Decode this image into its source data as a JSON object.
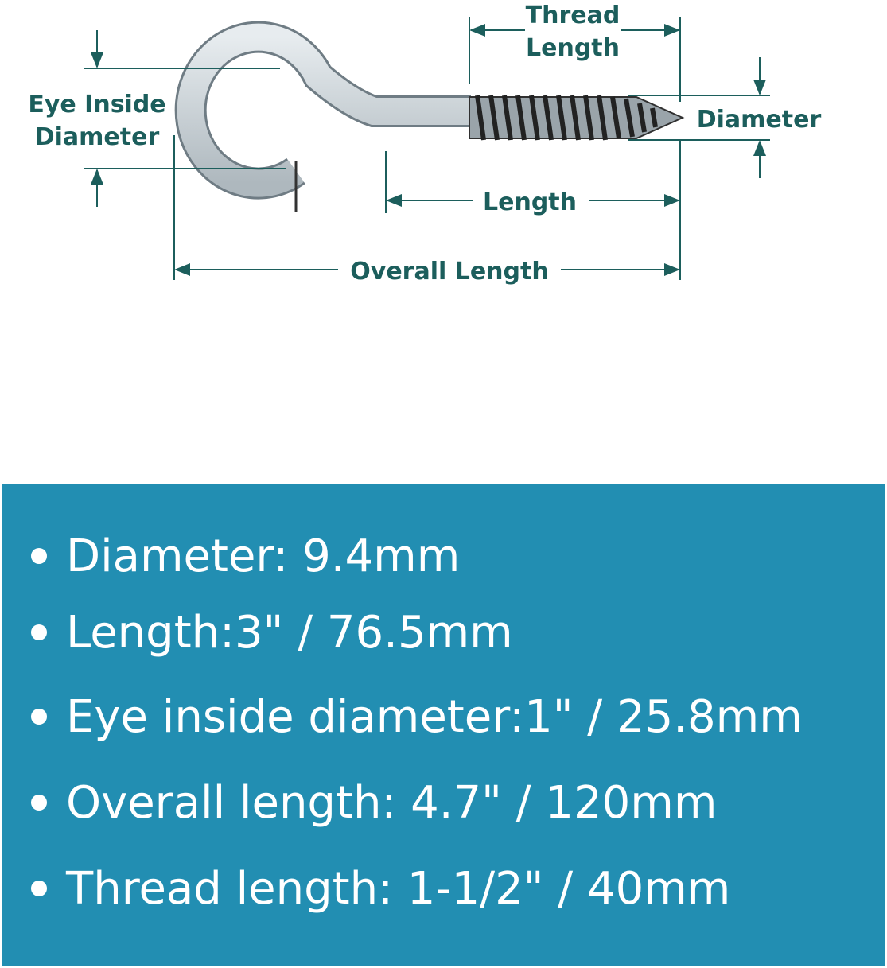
{
  "diagram": {
    "labels": {
      "thread_length_1": "Thread",
      "thread_length_2": "Length",
      "eye_inside_1": "Eye Inside",
      "eye_inside_2": "Diameter",
      "diameter": "Diameter",
      "length": "Length",
      "overall_length": "Overall Length"
    },
    "colors": {
      "dimension": "#1c5e5c",
      "hook": "#c3ccd1",
      "panel": "#228eb2"
    }
  },
  "specs": [
    "Diameter: 9.4mm",
    "Length:3\" / 76.5mm",
    "Eye inside diameter:1\" / 25.8mm",
    "Overall length:  4.7\" / 120mm",
    "Thread length:  1-1/2\" / 40mm"
  ]
}
